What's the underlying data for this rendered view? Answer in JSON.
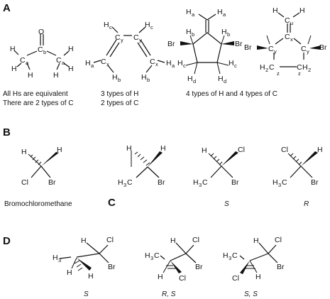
{
  "panels": {
    "a": "A",
    "b": "B",
    "c": "C",
    "d": "D"
  },
  "a": {
    "acetone": {
      "O": "O",
      "C": "C",
      "H": "H",
      "a": "a",
      "b": "b",
      "caption1": "All Hs are equivalent",
      "caption2": "There are 2 types of C"
    },
    "butadiene": {
      "H": "H",
      "C": "C",
      "a": "a",
      "b": "b",
      "c": "c",
      "x": "x",
      "y": "y",
      "caption1": "3 types of H",
      "caption2": "2 types of C"
    },
    "cyclopentane": {
      "H": "H",
      "Br": "Br",
      "a": "a",
      "b": "b",
      "c": "c",
      "d": "d"
    },
    "cyclo_carbons": {
      "H": "H",
      "C": "C",
      "Br": "Br",
      "H2": "H",
      "two": "2",
      "u": "u",
      "x": "x",
      "y": "y",
      "z": "z"
    },
    "caption": "4 types of H and 4 types of C"
  },
  "b": {
    "H": "H",
    "Cl": "Cl",
    "Br": "Br",
    "name": "Bromochloromethane"
  },
  "c": {
    "H": "H",
    "Cl": "Cl",
    "Br": "Br",
    "H3C": "H",
    "C": "C",
    "three": "3",
    "labels": [
      "S",
      "R"
    ]
  },
  "d": {
    "H": "H",
    "Cl": "Cl",
    "Br": "Br",
    "H3C": "H",
    "C": "C",
    "three": "3",
    "labels": [
      "S",
      "R, S",
      "S, S"
    ]
  }
}
